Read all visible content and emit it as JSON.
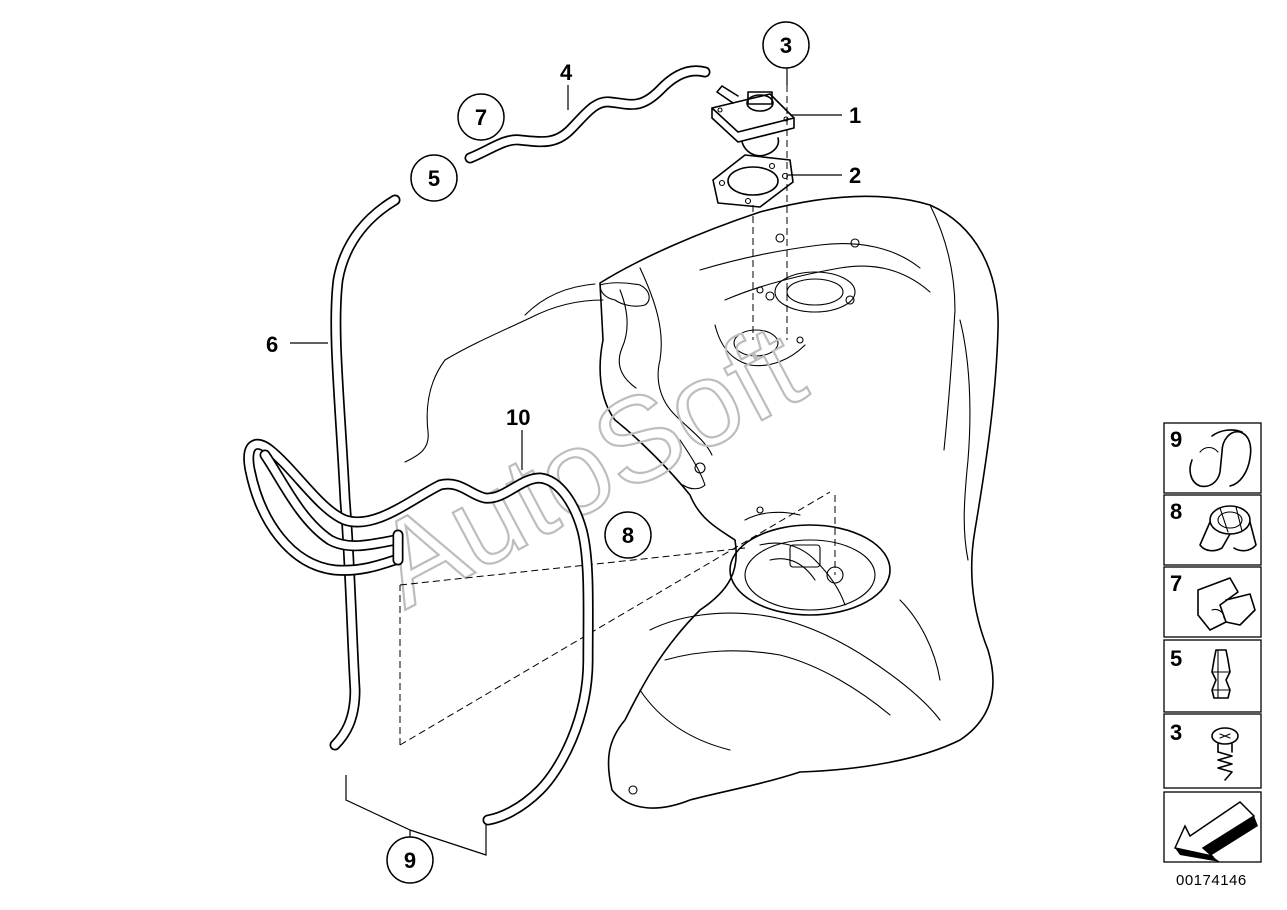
{
  "watermark": "AutoSoft",
  "diagram_id": "00174146",
  "callouts": {
    "c1": "1",
    "c2": "2",
    "c3": "3",
    "c4": "4",
    "c5": "5",
    "c6": "6",
    "c7": "7",
    "c8": "8",
    "c9": "9",
    "c10": "10"
  },
  "legend": [
    {
      "number": "9",
      "icon": "hose-clamp-icon"
    },
    {
      "number": "8",
      "icon": "spring-clip-icon"
    },
    {
      "number": "7",
      "icon": "double-clip-icon"
    },
    {
      "number": "5",
      "icon": "connector-icon"
    },
    {
      "number": "3",
      "icon": "screw-icon"
    },
    {
      "number": "",
      "icon": "arrow-icon"
    }
  ]
}
